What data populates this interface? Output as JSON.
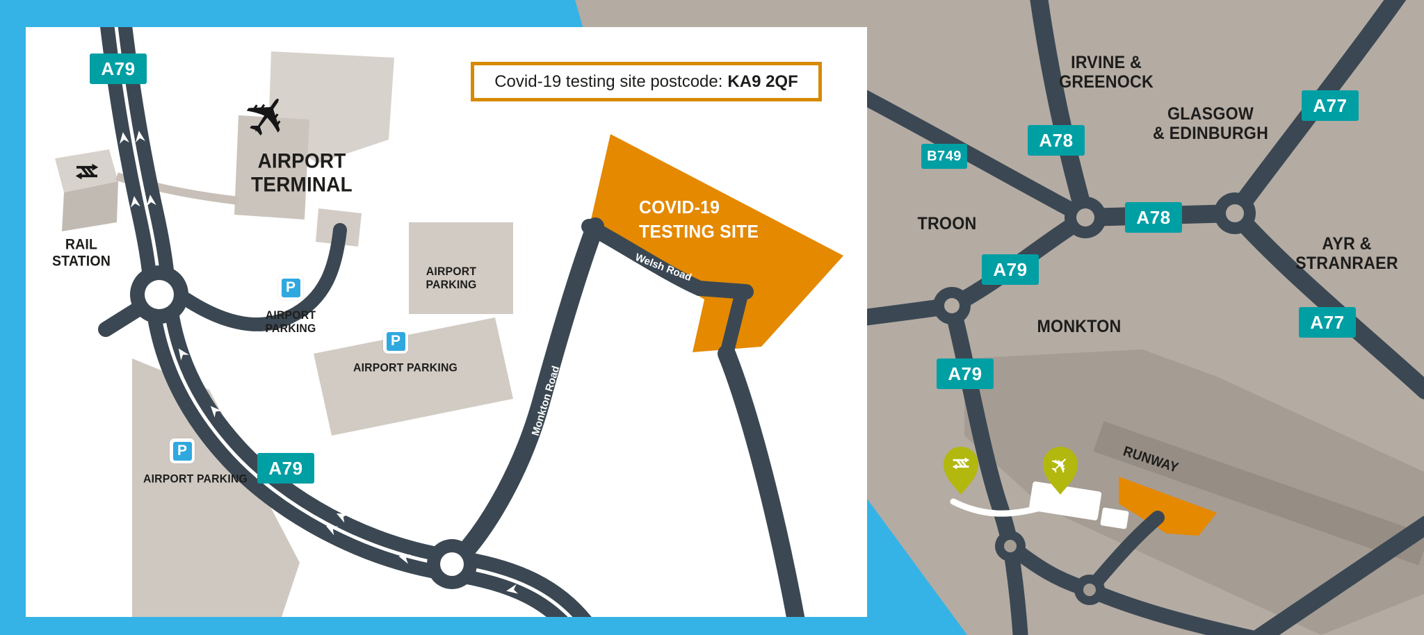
{
  "postcode_box": {
    "label": "Covid-19 testing site postcode:",
    "value": "KA9 2QF"
  },
  "inset": {
    "badge_a79_top": "A79",
    "badge_a79_south": "A79",
    "rail_station": [
      "RAIL",
      "STATION"
    ],
    "airport_terminal": [
      "AIRPORT",
      "TERMINAL"
    ],
    "parking_a": [
      "AIRPORT",
      "PARKING"
    ],
    "parking_b": "AIRPORT PARKING",
    "parking_c": [
      "AIRPORT",
      "PARKING"
    ],
    "parking_d": "AIRPORT PARKING",
    "covid_site": [
      "COVID-19",
      "TESTING SITE"
    ],
    "welsh_road": "Welsh Road",
    "monkton_road": "Monkton Road",
    "parking_symbol": "P"
  },
  "overview": {
    "badges": {
      "b749": "B749",
      "a78_north": "A78",
      "a78_east": "A78",
      "a77_north": "A77",
      "a77_south": "A77",
      "a79_north": "A79",
      "a79_south": "A79"
    },
    "labels": {
      "irvine_greenock": [
        "IRVINE &",
        "GREENOCK"
      ],
      "glasgow_edinburgh": [
        "GLASGOW",
        "& EDINBURGH"
      ],
      "ayr_stranraer": [
        "AYR &",
        "STRANRAER"
      ],
      "troon": "TROON",
      "monkton": "MONKTON",
      "runway": "RUNWAY"
    }
  },
  "icons": {
    "plane_glyph": "✈"
  },
  "colors": {
    "background_blue": "#36B3E6",
    "map_grey": "#B4ABA3",
    "airport_grey": "#A59C94",
    "road_slate": "#3B4853",
    "badge_teal": "#009FA4",
    "site_orange": "#E48900",
    "pin_green": "#B2B80E",
    "parking_blue": "#2FA8DF"
  }
}
